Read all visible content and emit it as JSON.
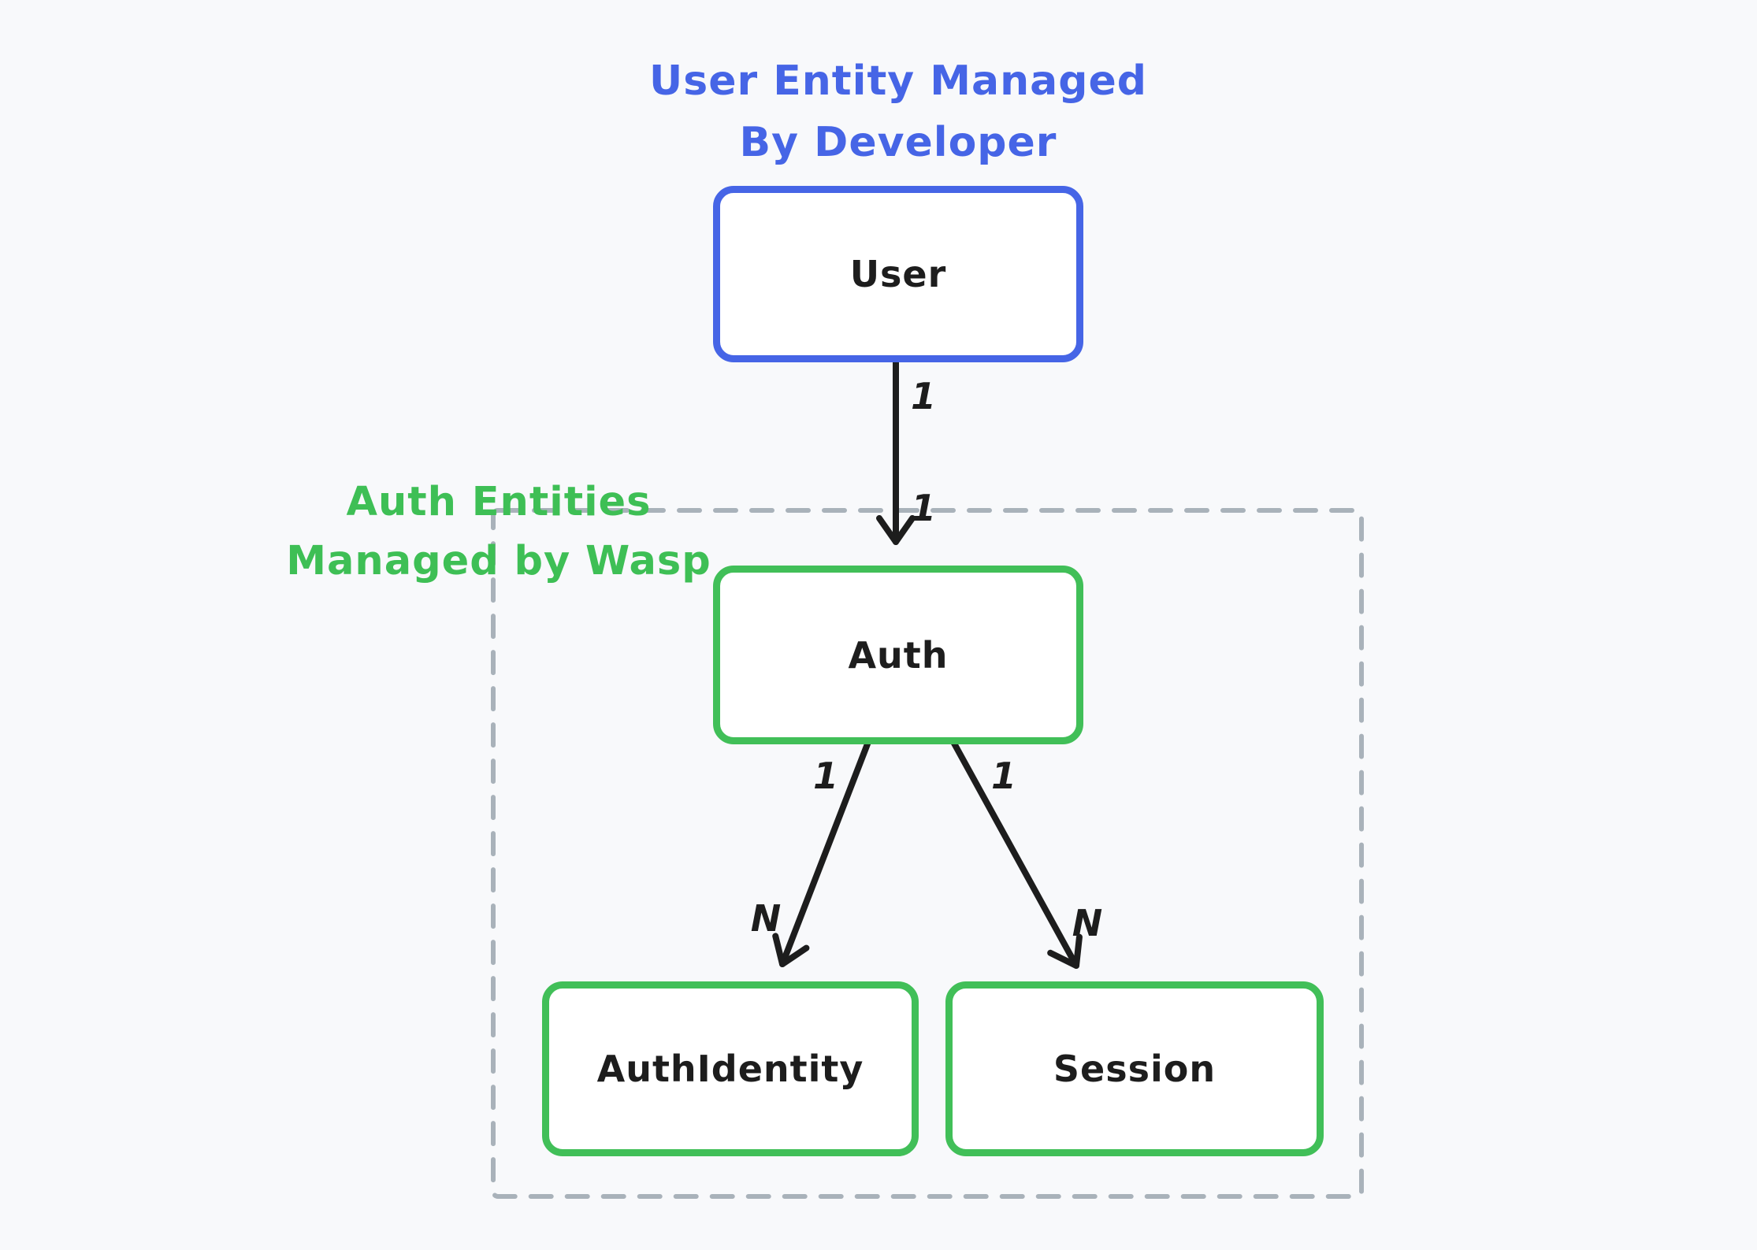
{
  "diagram": {
    "kind": "entity-relationship-diagram",
    "annotations": {
      "user_title": {
        "line1": "User Entity Managed",
        "line2": "By Developer"
      },
      "auth_group_label": {
        "line1": "Auth Entities",
        "line2": "Managed by Wasp"
      }
    },
    "nodes": {
      "user": {
        "label": "User",
        "border_color": "#4665e6"
      },
      "auth": {
        "label": "Auth",
        "border_color": "#41bf58"
      },
      "auth_identity": {
        "label": "AuthIdentity",
        "border_color": "#41bf58"
      },
      "session": {
        "label": "Session",
        "border_color": "#41bf58"
      }
    },
    "edges": {
      "user_to_auth": {
        "from": "User",
        "to": "Auth",
        "source_label": "1",
        "target_label": "1"
      },
      "auth_to_authidentity": {
        "from": "Auth",
        "to": "AuthIdentity",
        "source_label": "1",
        "target_label": "N"
      },
      "auth_to_session": {
        "from": "Auth",
        "to": "Session",
        "source_label": "1",
        "target_label": "N"
      }
    },
    "colors": {
      "background": "#f8f9fb",
      "blue_accent": "#4665e6",
      "green_accent": "#41bf58",
      "green_text": "#3ebf55",
      "dashed_border_gray": "#a9b2ba",
      "arrow_black": "#1d1d1d",
      "node_fill": "#ffffff"
    }
  }
}
